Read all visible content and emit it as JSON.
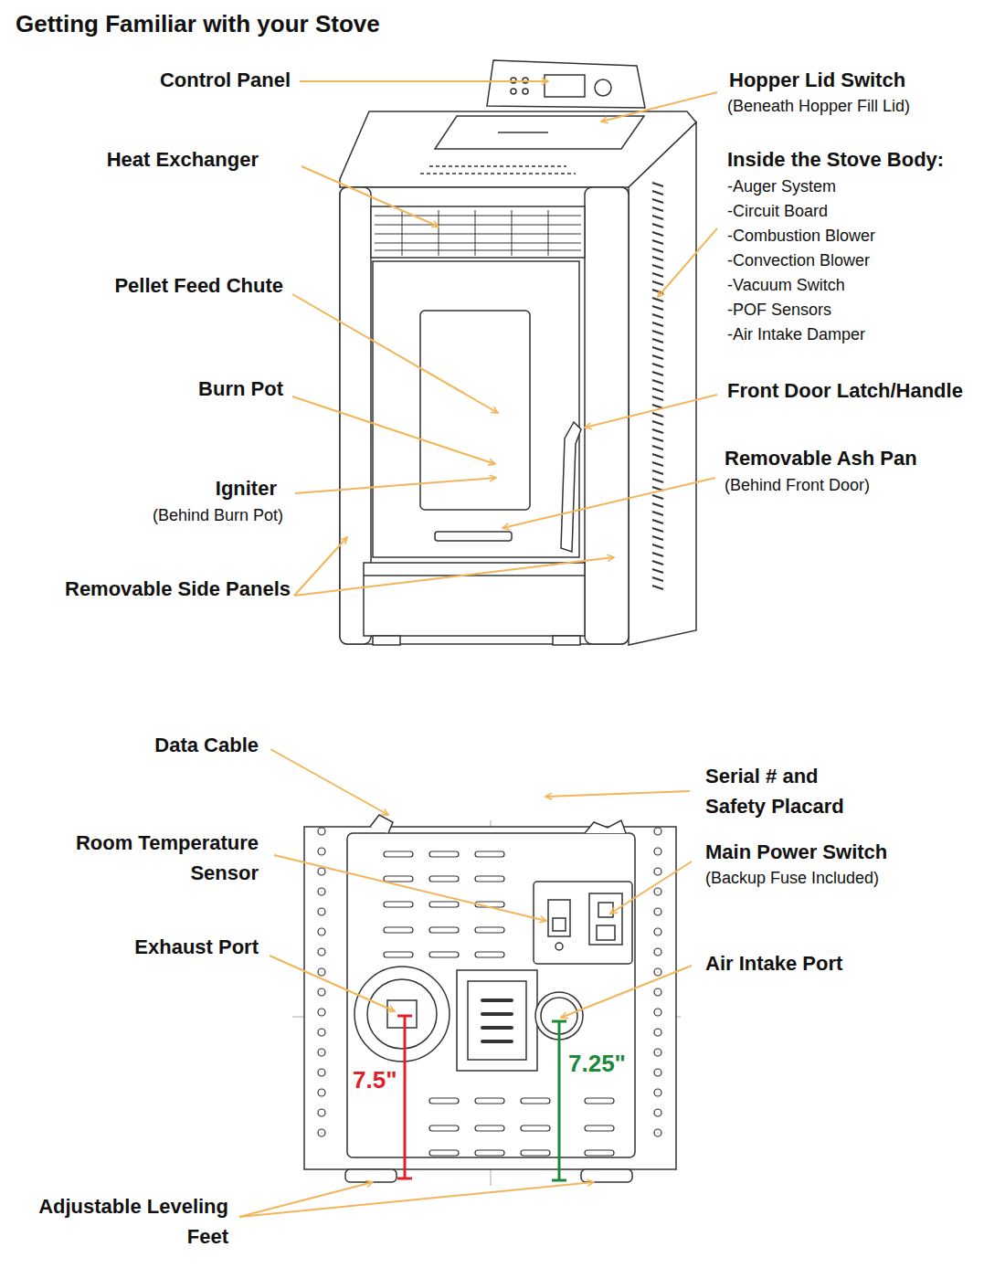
{
  "diagram": {
    "title": "Getting Familiar with your Stove",
    "labels": [
      "Control Panel",
      "Hopper Lid Switch",
      "(Beneath Hopper Fill Lid)",
      "Heat Exchanger",
      "Inside the Stove Body:",
      "-Auger System",
      "-Circuit Board",
      "-Combustion Blower",
      "-Convection Blower",
      "-Vacuum Switch",
      "-POF Sensors",
      "-Air Intake Damper",
      "Pellet Feed Chute",
      "Burn Pot",
      "Front Door Latch/Handle",
      "Removable Ash Pan",
      "(Behind Front Door)",
      "Igniter",
      "(Behind Burn Pot)",
      "Removable Side Panels",
      "Data Cable",
      "Serial # and Safety Placard",
      "Room Temperature Sensor",
      "Main Power Switch",
      "(Backup Fuse Included)",
      "Exhaust Port",
      "Air Intake Port",
      "7.5\"",
      "7.25\"",
      "Adjustable Leveling Feet"
    ]
  }
}
